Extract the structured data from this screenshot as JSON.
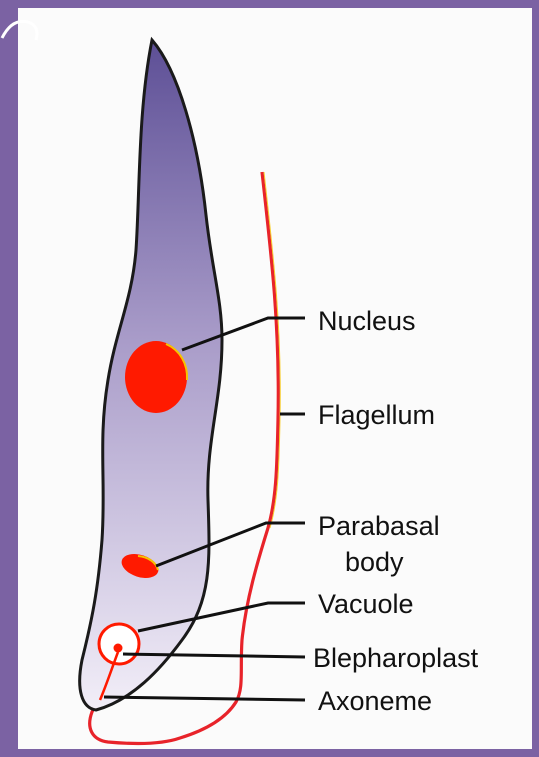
{
  "diagram": {
    "labels": {
      "nucleus": "Nucleus",
      "flagellum": "Flagellum",
      "parabasal_line1": "Parabasal",
      "parabasal_line2": "body",
      "vacuole": "Vacuole",
      "blepharoplast": "Blepharoplast",
      "axoneme": "Axoneme"
    }
  },
  "colors": {
    "frame": "#7b62a3",
    "panel": "#fbfbfb",
    "body_top": "#5d4f96",
    "body_bottom": "#f2eef8",
    "organelle": "#ff1a00",
    "flagellum": "#e8232a",
    "leader_line": "#111111"
  }
}
